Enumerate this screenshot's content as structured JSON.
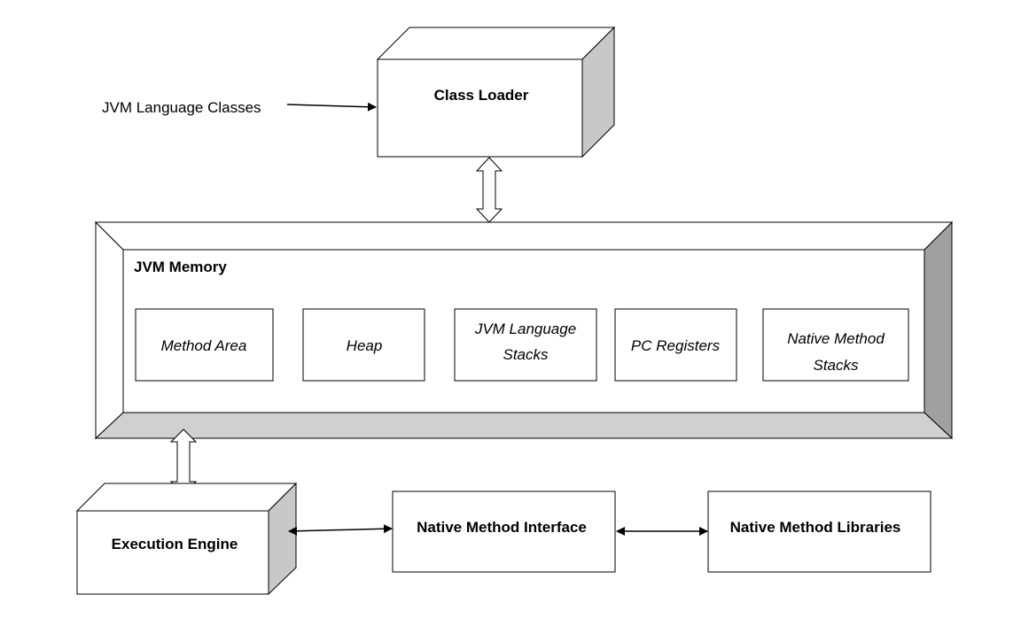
{
  "diagram": {
    "input_label": "JVM Language Classes",
    "class_loader": "Class Loader",
    "memory": {
      "title": "JVM Memory",
      "areas": [
        {
          "line1": "Method Area",
          "line2": ""
        },
        {
          "line1": "Heap",
          "line2": ""
        },
        {
          "line1": "JVM Language",
          "line2": "Stacks"
        },
        {
          "line1": "PC Registers",
          "line2": ""
        },
        {
          "line1": "Native Method",
          "line2": "Stacks"
        }
      ]
    },
    "execution_engine": "Execution Engine",
    "native_interface": "Native Method Interface",
    "native_libraries": "Native Method Libraries"
  },
  "colors": {
    "shade_light": "#d0d0d0",
    "shade_dark": "#a0a0a0",
    "stroke": "#000000"
  }
}
